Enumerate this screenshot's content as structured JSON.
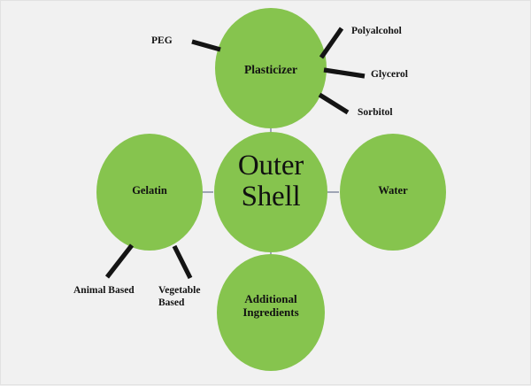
{
  "diagram": {
    "type": "radial-mind-map",
    "background_color": "#f1f1f1",
    "node_color": "#86c44e",
    "connector_color": "#8a92a6",
    "branch_color": "#141414",
    "text_color": "#111111",
    "center": {
      "label": "Outer\nShell",
      "label_line1": "Outer",
      "label_line2": "Shell"
    },
    "nodes": [
      {
        "id": "plasticizer",
        "label": "Plasticizer",
        "position": "top"
      },
      {
        "id": "gelatin",
        "label": "Gelatin",
        "position": "left"
      },
      {
        "id": "water",
        "label": "Water",
        "position": "right"
      },
      {
        "id": "additional-ingredients",
        "label": "Additional\nIngredients",
        "label_line1": "Additional",
        "label_line2": "Ingredients",
        "position": "bottom"
      }
    ],
    "leaves": [
      {
        "id": "peg",
        "label": "PEG",
        "parent": "plasticizer"
      },
      {
        "id": "polyalcohol",
        "label": "Polyalcohol",
        "parent": "plasticizer"
      },
      {
        "id": "glycerol",
        "label": "Glycerol",
        "parent": "plasticizer"
      },
      {
        "id": "sorbitol",
        "label": "Sorbitol",
        "parent": "plasticizer"
      },
      {
        "id": "animal-based",
        "label": "Animal Based",
        "parent": "gelatin"
      },
      {
        "id": "vegetable-based",
        "label": "Vegetable\nBased",
        "label_line1": "Vegetable",
        "label_line2": "Based",
        "parent": "gelatin"
      }
    ]
  }
}
